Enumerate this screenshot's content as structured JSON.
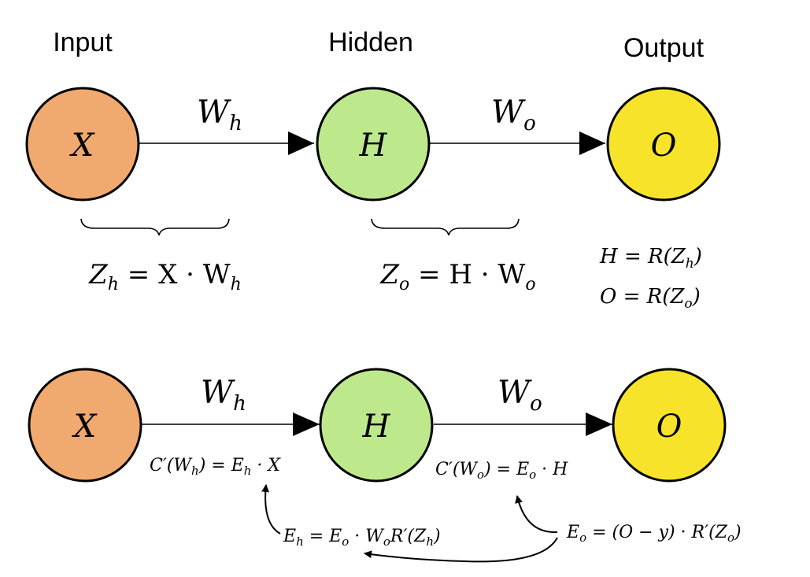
{
  "headers": {
    "input": "Input",
    "hidden": "Hidden",
    "output": "Output"
  },
  "colors": {
    "input_node": "#F0A96E",
    "hidden_node": "#BDE88C",
    "output_node": "#F7E42A"
  },
  "forward": {
    "node_input": "X",
    "node_hidden": "H",
    "node_output": "O",
    "edge_h_main": "W",
    "edge_h_sub": "h",
    "edge_o_main": "W",
    "edge_o_sub": "o",
    "eq_zh": {
      "a": "Z",
      "a_sub": "h",
      "b": " = X · W",
      "b_sub": "h"
    },
    "eq_zo": {
      "a": "Z",
      "a_sub": "o",
      "b": " = H · W",
      "b_sub": "o"
    },
    "eq_h": {
      "a": "H  =  R(Z",
      "a_sub": "h",
      "b": ")"
    },
    "eq_o": {
      "a": "O  =  R(Z",
      "a_sub": "o",
      "b": ")"
    }
  },
  "backward": {
    "node_input": "X",
    "node_hidden": "H",
    "node_output": "O",
    "edge_h_main": "W",
    "edge_h_sub": "h",
    "edge_o_main": "W",
    "edge_o_sub": "o",
    "grad_wh": {
      "a": "C′(W",
      "a_sub": "h",
      "b": ") = E",
      "b_sub": "h",
      "c": " · X"
    },
    "grad_wo": {
      "a": "C′(W",
      "a_sub": "o",
      "b": ") = E",
      "b_sub": "o",
      "c": " · H"
    },
    "err_h": {
      "a": "E",
      "a_sub": "h",
      "b": " = E",
      "b_sub": "o",
      "c": " · W",
      "c_sub": "o",
      "d": "R′(Z",
      "d_sub": "h",
      "e": ")"
    },
    "err_o": {
      "a": "E",
      "a_sub": "o",
      "b": " = (O − y) · R′(Z",
      "b_sub": "o",
      "c": ")"
    }
  }
}
